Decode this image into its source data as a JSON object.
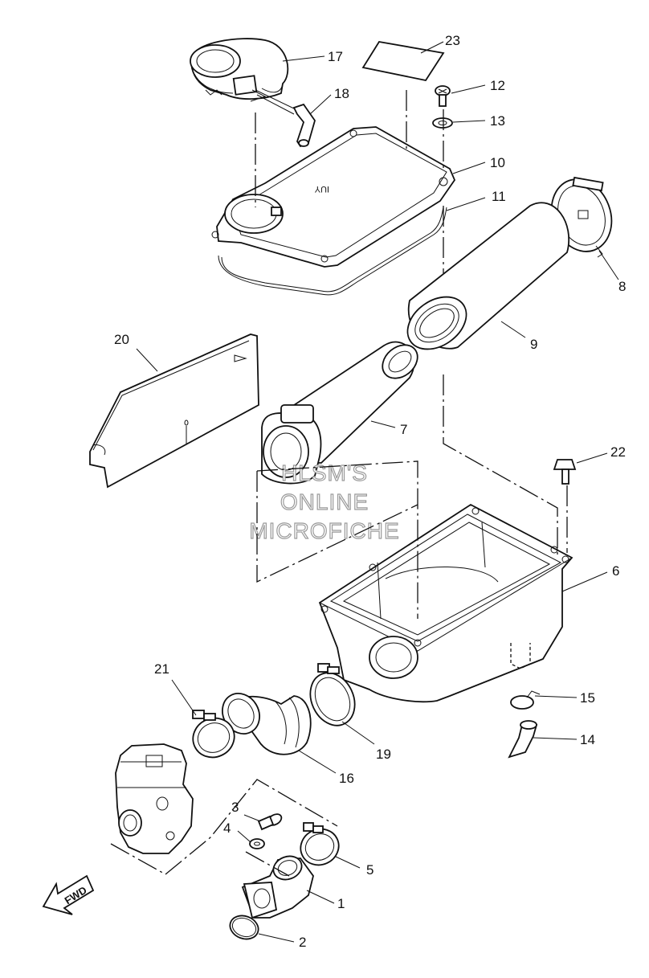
{
  "callouts": [
    {
      "id": "1",
      "label": "1"
    },
    {
      "id": "2",
      "label": "2"
    },
    {
      "id": "3",
      "label": "3"
    },
    {
      "id": "4",
      "label": "4"
    },
    {
      "id": "5",
      "label": "5"
    },
    {
      "id": "6",
      "label": "6"
    },
    {
      "id": "7",
      "label": "7"
    },
    {
      "id": "8",
      "label": "8"
    },
    {
      "id": "9",
      "label": "9"
    },
    {
      "id": "10",
      "label": "10"
    },
    {
      "id": "11",
      "label": "11"
    },
    {
      "id": "12",
      "label": "12"
    },
    {
      "id": "13",
      "label": "13"
    },
    {
      "id": "14",
      "label": "14"
    },
    {
      "id": "15",
      "label": "15"
    },
    {
      "id": "16",
      "label": "16"
    },
    {
      "id": "17",
      "label": "17"
    },
    {
      "id": "18",
      "label": "18"
    },
    {
      "id": "19",
      "label": "19"
    },
    {
      "id": "20",
      "label": "20"
    },
    {
      "id": "21",
      "label": "21"
    },
    {
      "id": "22",
      "label": "22"
    },
    {
      "id": "23",
      "label": "23"
    }
  ],
  "cover_marking": "IUY",
  "direction_arrow": "FWD",
  "watermark": [
    "HLSM'S",
    "ONLINE",
    "MICROFICHE"
  ]
}
